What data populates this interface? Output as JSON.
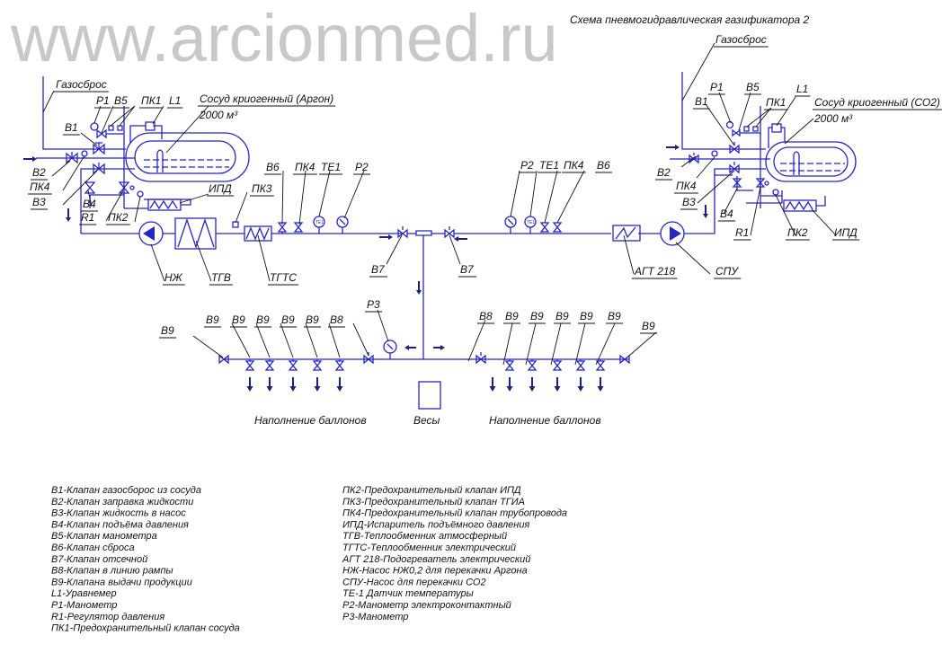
{
  "watermark": "www.arcionmed.ru",
  "title": "Схема пневмогидравлическая газификатора 2",
  "left": {
    "gas_vent": "Газосброс",
    "P1": "P1",
    "B5": "B5",
    "PK1": "ПК1",
    "L1": "L1",
    "vessel_name": "Сосуд криогенный (Аргон)",
    "vessel_volume": "2000 м³",
    "B1": "B1",
    "B2": "B2",
    "PK4": "ПК4",
    "B3": "B3",
    "B4": "B4",
    "R1": "R1",
    "PK2": "ПК2",
    "IPD": "ИПД",
    "PK3": "ПК3",
    "NZh": "НЖ",
    "TGV": "ТГВ",
    "TGTS": "ТГТС",
    "B6": "B6",
    "PK4_line": "ПК4",
    "TE1": "TE1",
    "P2": "P2",
    "B7": "B7",
    "TE1_gauge": "TE1"
  },
  "right": {
    "gas_vent": "Газосброс",
    "P1": "P1",
    "B5": "B5",
    "PK1": "ПК1",
    "L1": "L1",
    "vessel_name": "Сосуд криогенный (СО2)",
    "vessel_volume": "2000 м³",
    "B1": "B1",
    "B2": "B2",
    "PK4": "ПК4",
    "B3": "B3",
    "B4": "B4",
    "R1": "R1",
    "PK2": "ПК2",
    "IPD": "ИПД",
    "AGT": "АГТ 218",
    "SPU": "СПУ",
    "B6": "B6",
    "PK4_line": "ПК4",
    "TE1": "TE1",
    "P2": "P2",
    "B7": "B7",
    "TE1_gauge": "TE1"
  },
  "ramp": {
    "P3": "P3",
    "left_labels": [
      "B9",
      "B9",
      "B9",
      "B9",
      "B9",
      "B9",
      "B8"
    ],
    "right_labels": [
      "B8",
      "B9",
      "B9",
      "B9",
      "B9",
      "B9",
      "B9"
    ],
    "filling_left": "Наполнение баллонов",
    "scales": "Весы",
    "filling_right": "Наполнение баллонов"
  },
  "legend": {
    "left": [
      "B1-Клапан газосборос из сосуда",
      "B2-Клапан заправка жидкости",
      "B3-Клапан жидкость в насос",
      "B4-Клапан подъёма давления",
      "B5-Клапан манометра",
      "B6-Клапан сброса",
      "B7-Клапан отсечной",
      "B8-Клапан в линию рампы",
      "B9-Клапана выдачи продукции",
      "L1-Уравнемер",
      "P1-Манометр",
      "R1-Регулятор давления",
      "ПК1-Предохранительный клапан сосуда"
    ],
    "right": [
      "ПК2-Предохранительный клапан ИПД",
      "ПК3-Предохранительный клапан ТГИА",
      "ПК4-Предохранительный клапан трубопровода",
      "ИПД-Испаритель подъёмного давления",
      "ТГВ-Теплообменник атмосферный",
      "ТГТС-Теплообменник электрический",
      "АГТ 218-Подогреватель электрический",
      "НЖ-Насос НЖ0,2 для перекачки Аргона",
      "СПУ-Насос для перекачки СО2",
      "TE-1 Датчик температуры",
      "P2-Манометр электроконтактный",
      "P3-Манометр"
    ]
  }
}
